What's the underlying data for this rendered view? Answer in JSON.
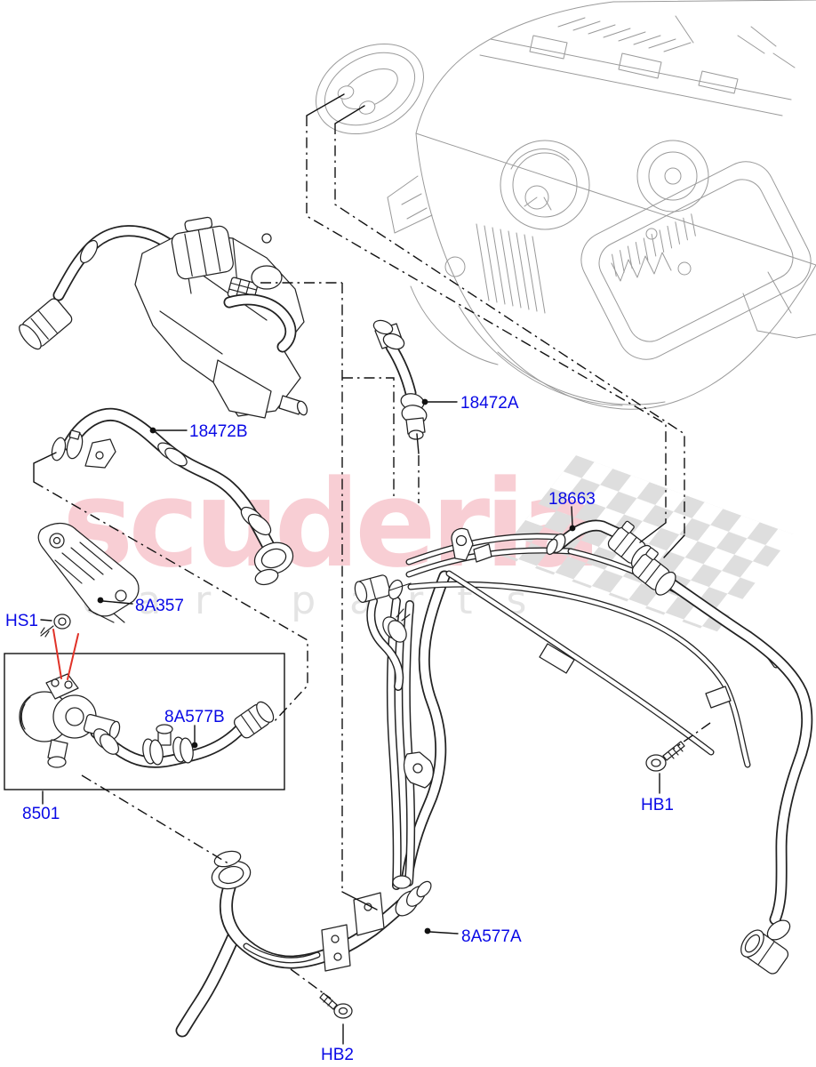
{
  "watermark": {
    "brand": "scuderia",
    "subtext": "car parts"
  },
  "colors": {
    "label_blue": "#0909e6",
    "watermark_pink": "#f8ced4",
    "watermark_gray": "#e4e4e4",
    "checker_gray": "#dedede",
    "leader_red": "#e03228",
    "ink": "#222222",
    "hvac_gray": "#9a9a9a"
  },
  "labels": {
    "18472B": "18472B",
    "18472A": "18472A",
    "18663": "18663",
    "8A357": "8A357",
    "HS1": "HS1",
    "8A577B": "8A577B",
    "8501": "8501",
    "HB1": "HB1",
    "8A577A": "8A577A",
    "HB2": "HB2"
  }
}
